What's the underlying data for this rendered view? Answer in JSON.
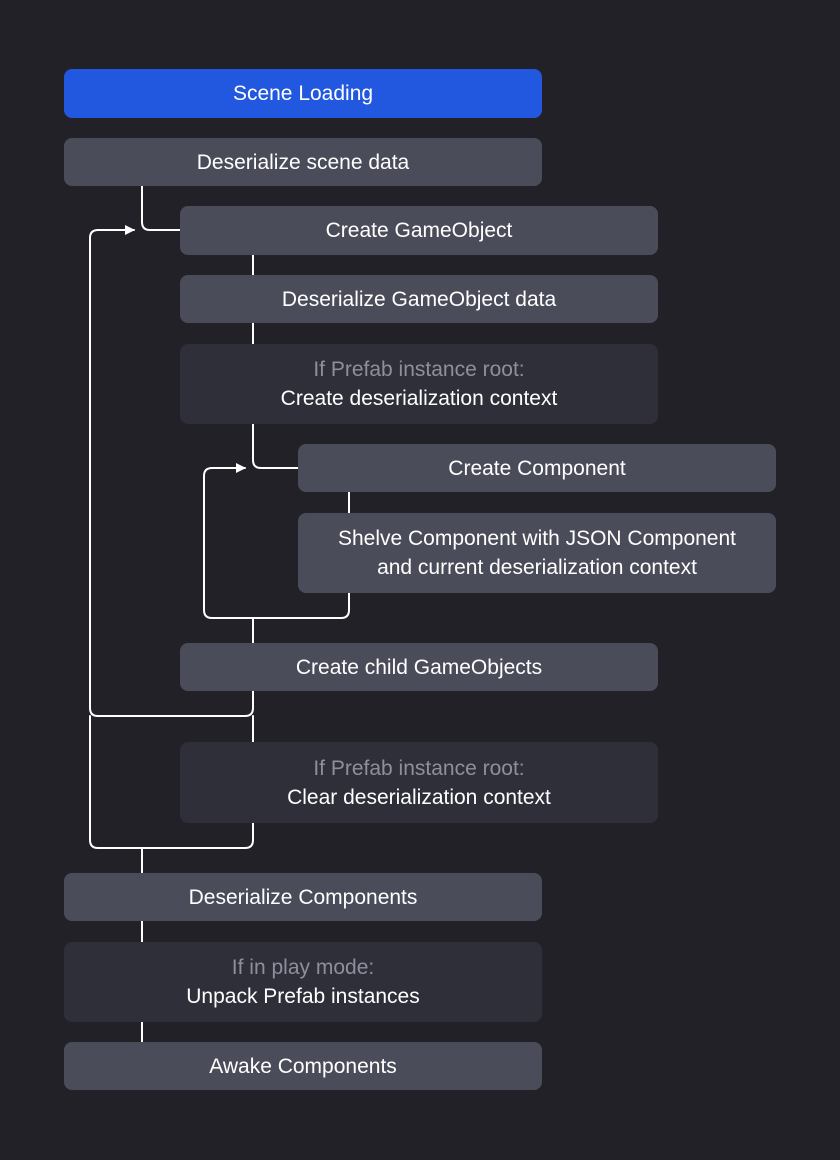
{
  "diagram": {
    "title": "Scene Loading",
    "steps": {
      "deserialize_scene_data": "Deserialize scene data",
      "create_gameobject": "Create GameObject",
      "deserialize_gameobject_data": "Deserialize GameObject data",
      "prefab_root_create": {
        "condition": "If Prefab instance root:",
        "action": "Create deserialization context"
      },
      "create_component": "Create Component",
      "shelve_component": {
        "line1": "Shelve Component with JSON Component",
        "line2": "and current deserialization context"
      },
      "create_child_gameobjects": "Create child GameObjects",
      "prefab_root_clear": {
        "condition": "If Prefab instance root:",
        "action": "Clear deserialization context"
      },
      "deserialize_components": "Deserialize Components",
      "play_mode_unpack": {
        "condition": "If in play mode:",
        "action": "Unpack Prefab instances"
      },
      "awake_components": "Awake Components"
    },
    "colors": {
      "background": "#212127",
      "title_box": "#2158df",
      "step_box": "#4b4c59",
      "conditional_box": "#2f2f39",
      "condition_text": "#8e8f9c",
      "text": "#ffffff",
      "connector": "#ffffff"
    }
  }
}
